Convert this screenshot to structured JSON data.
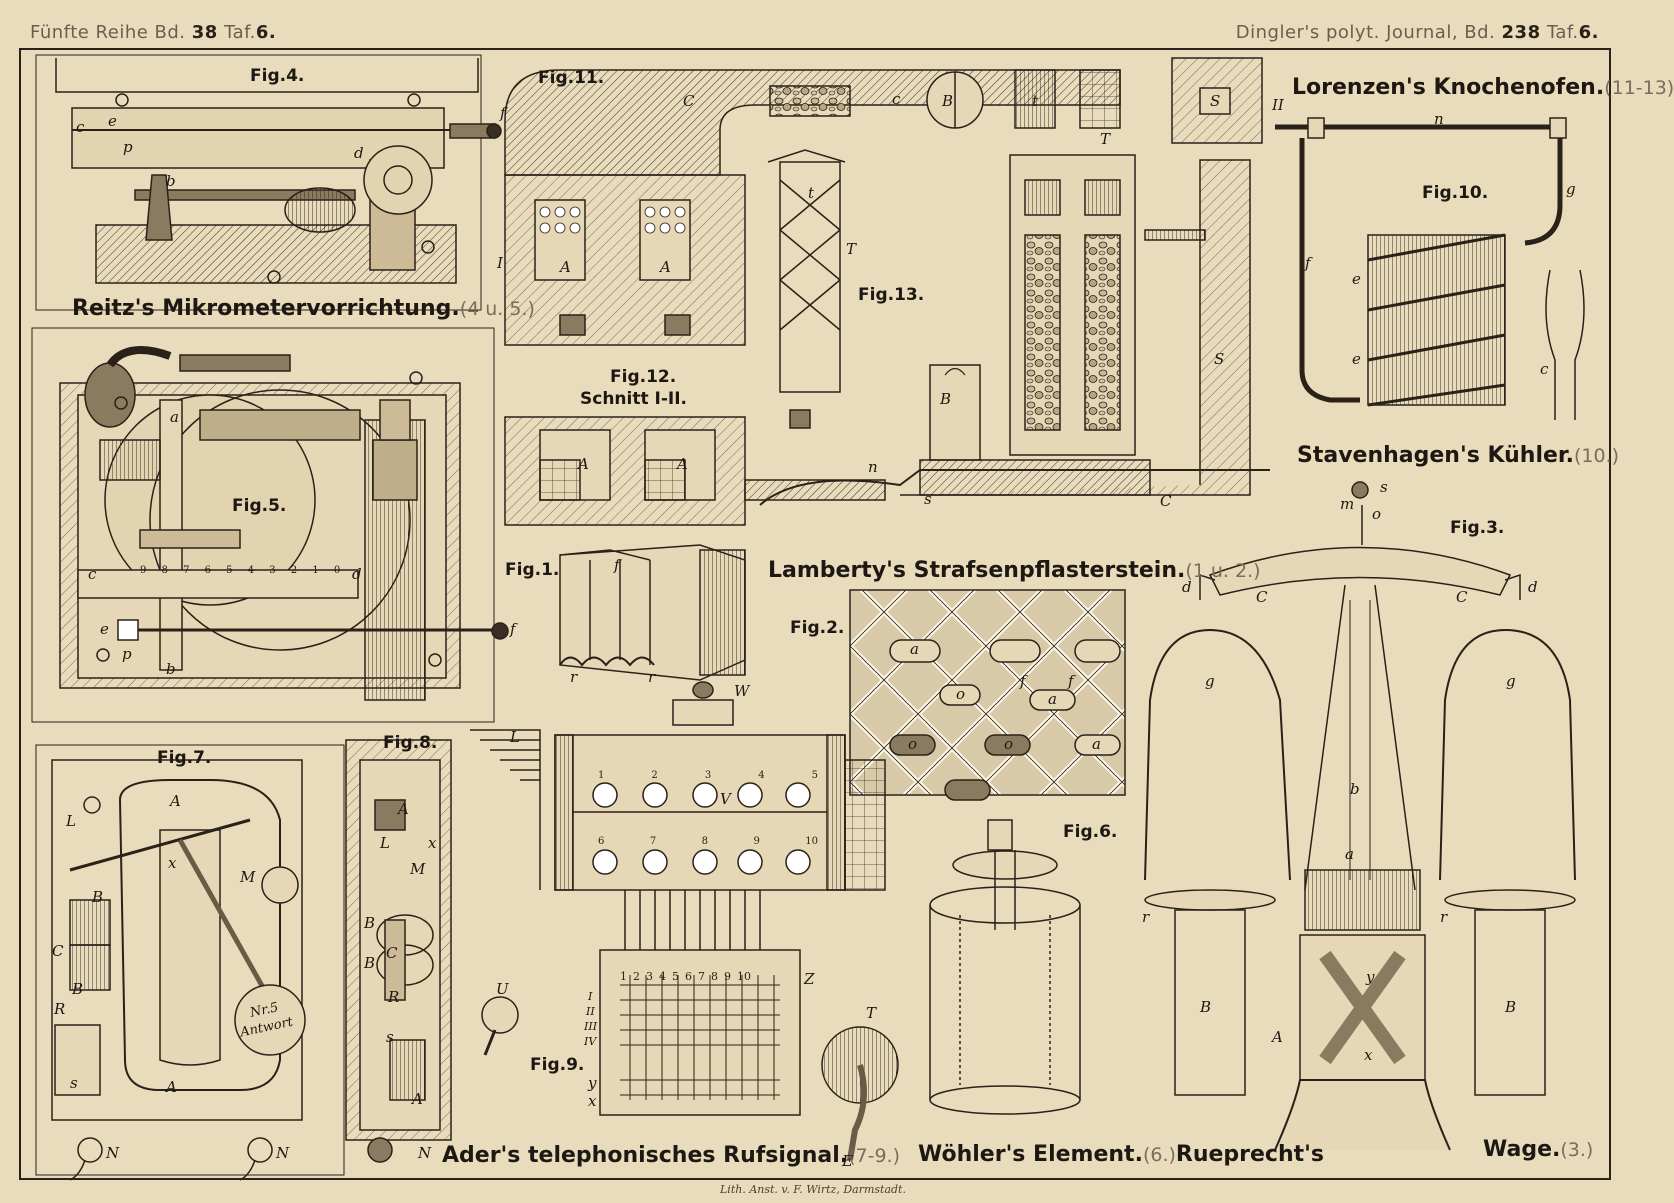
{
  "header": {
    "left_prefix": "Fünfte Reihe Bd.",
    "left_vol": "38",
    "left_taf_label": "Taf.",
    "left_taf": "6.",
    "right_prefix": "Dingler's polyt. Journal, Bd.",
    "right_vol": "238",
    "right_taf_label": "Taf.",
    "right_taf": "6."
  },
  "titles": {
    "reitz": "Reitz's Mikrometervorrichtung.",
    "reitz_ref": "(4 u. 5.)",
    "lorenzen": "Lorenzen's Knochenofen.",
    "lorenzen_ref": "(11-13)",
    "stavenhagen": "Stavenhagen's Kühler.",
    "stavenhagen_ref": "(10.)",
    "lamberty": "Lamberty's Strafsenpflasterstein.",
    "lamberty_ref": "(1 u. 2.)",
    "ader": "Ader's telephonisches Rufsignal.",
    "ader_ref": "(7-9.)",
    "wohler": "Wöhler's Element.",
    "wohler_ref": "(6.)",
    "rueprecht": "Rueprecht's",
    "wage": "Wage.",
    "wage_ref": "(3.)"
  },
  "figures": {
    "fig1": "Fig.1.",
    "fig2": "Fig.2.",
    "fig3": "Fig.3.",
    "fig4": "Fig.4.",
    "fig5": "Fig.5.",
    "fig6": "Fig.6.",
    "fig7": "Fig.7.",
    "fig8": "Fig.8.",
    "fig9": "Fig.9.",
    "fig10": "Fig.10.",
    "fig11": "Fig.11.",
    "fig12": "Fig.12.",
    "fig12_sub": "Schnitt I-II.",
    "fig13": "Fig.13."
  },
  "letters": {
    "f4_c": "c",
    "f4_e": "e",
    "f4_p": "p",
    "f4_d": "d",
    "f4_b": "b",
    "f4_f": "f",
    "f5_a": "a",
    "f5_c": "c",
    "f5_d": "d",
    "f5_e": "e",
    "f5_p": "p",
    "f5_b": "b",
    "f5_f": "f",
    "f11_C": "C",
    "f11_c": "c",
    "f11_B": "B",
    "f11_t": "t",
    "f11_S": "S",
    "f11_II": "II",
    "f11_I": "I",
    "f11_A1": "A",
    "f11_A2": "A",
    "f11_T": "T",
    "f12_A1": "A",
    "f12_A2": "A",
    "f13_t": "t",
    "f13_T": "T",
    "f13_S": "S",
    "f13_B": "B",
    "f13_n": "n",
    "f13_s": "s",
    "f13_C": "C",
    "f10_n": "n",
    "f10_f": "f",
    "f10_g": "g",
    "f10_e1": "e",
    "f10_e2": "e",
    "f10_c": "c",
    "f1_f": "f",
    "f1_r1": "r",
    "f1_r2": "r",
    "f2_a1": "a",
    "f2_a2": "a",
    "f2_a3": "a",
    "f2_o1": "o",
    "f2_o2": "o",
    "f2_o3": "o",
    "f2_f1": "f",
    "f2_f2": "f",
    "f3_s": "s",
    "f3_m": "m",
    "f3_o": "o",
    "f3_d1": "d",
    "f3_d2": "d",
    "f3_C1": "C",
    "f3_C2": "C",
    "f3_g1": "g",
    "f3_g2": "g",
    "f3_b": "b",
    "f3_a": "a",
    "f3_r1": "r",
    "f3_r2": "r",
    "f3_y": "y",
    "f3_x": "x",
    "f3_A": "A",
    "f3_B1": "B",
    "f3_B2": "B",
    "f7_A1": "A",
    "f7_A2": "A",
    "f7_L": "L",
    "f7_x": "x",
    "f7_M": "M",
    "f7_B1": "B",
    "f7_B2": "B",
    "f7_C": "C",
    "f7_R": "R",
    "f7_s": "s",
    "f7_N1": "N",
    "f7_N2": "N",
    "f8_A1": "A",
    "f8_A2": "A",
    "f8_L": "L",
    "f8_x": "x",
    "f8_M": "M",
    "f8_B1": "B",
    "f8_B2": "B",
    "f8_C": "C",
    "f8_R": "R",
    "f8_s": "s",
    "f8_N": "N",
    "f9_W": "W",
    "f9_L": "L",
    "f9_V": "V",
    "f9_U": "U",
    "f9_Z": "Z",
    "f9_T": "T",
    "f9_E": "E",
    "f9_I": "I",
    "f9_II": "II",
    "f9_III": "III",
    "f9_IV": "IV",
    "f9_y": "y",
    "f9_x": "x"
  },
  "fig7_disc": {
    "line1": "Nr.5",
    "line2": "Antwort"
  },
  "fig5_scale": "9 8 7 6 5 4 3 2 1 0",
  "fig9_top_numbers": [
    "1",
    "2",
    "3",
    "4",
    "5",
    "6",
    "7",
    "8",
    "9",
    "10"
  ],
  "fig9_key_numbers_top": [
    "1",
    "2",
    "3",
    "4",
    "5"
  ],
  "fig9_key_numbers_bottom": [
    "6",
    "7",
    "8",
    "9",
    "10"
  ],
  "footer": {
    "credit": "Lith. Anst. v. F. Wirtz, Darmstadt."
  }
}
